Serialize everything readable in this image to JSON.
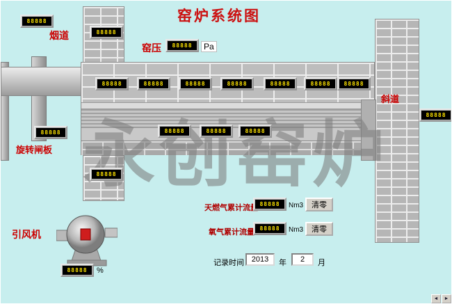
{
  "title": "窑炉系统图",
  "watermark": "永创窑炉",
  "labels": {
    "flue": "烟道",
    "kiln_pressure": "窑压",
    "kiln_pressure_unit": "Pa",
    "rotary_gate": "旋转闸板",
    "induced_fan": "引风机",
    "incline": "斜道",
    "fan_unit": "%"
  },
  "displays": [
    "88888",
    "88888",
    "88888",
    "88888",
    "88888",
    "88888",
    "88888",
    "88888",
    "88888",
    "88888",
    "88888",
    "88888",
    "88888",
    "88888",
    "88888",
    "88888",
    "88888",
    "88888",
    "88888"
  ],
  "panel": {
    "gas_label": "天燃气累计流量",
    "gas_unit": "Nm3",
    "oxygen_label": "氧气累计流量",
    "oxygen_unit": "Nm3",
    "clear_button": "清零",
    "record_time_label": "记录时间",
    "year_value": "2013",
    "year_label": "年",
    "month_value": "2",
    "month_label": "月"
  },
  "scrollbar": {
    "left": "◄",
    "right": "►"
  }
}
